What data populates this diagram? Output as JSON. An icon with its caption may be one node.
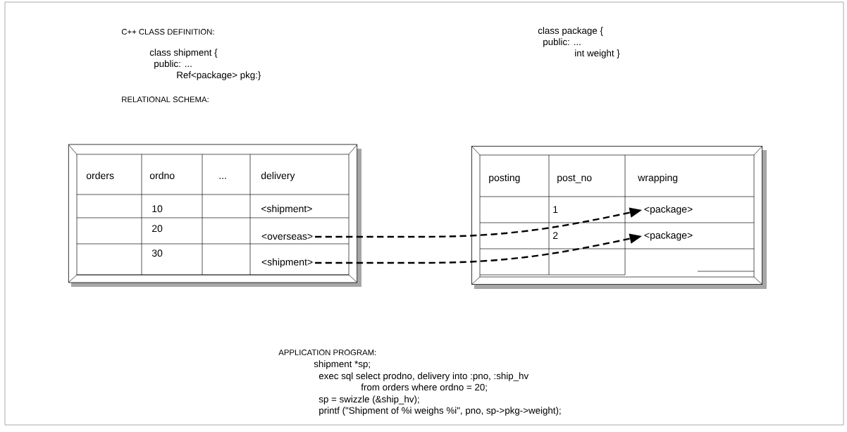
{
  "diagram": {
    "nodes": [
      {
        "text": [],
        "shape": "box"
      },
      {
        "text": [
          "<overseas>"
        ],
        "in": 0
      },
      {
        "text": [
          "<shipment>"
        ],
        "in": 0
      },
      {
        "text": [],
        "shape": "box"
      },
      {
        "text": [
          "<package>"
        ],
        "in": 3
      },
      {
        "text": [
          "<package>"
        ],
        "in": 3
      }
    ],
    "edges": [
      {
        "from": 1,
        "to": 4,
        "arrow": "to",
        "style": "dashed"
      },
      {
        "from": 2,
        "to": 5,
        "arrow": "to",
        "style": "dashed"
      }
    ],
    "labels": [
      "C++ CLASS DEFINITION:",
      "class shipment {",
      "public: ...",
      "Ref<package> pkg:}",
      "class package {",
      "public: ...",
      "int weight }",
      "RELATIONAL SCHEMA:",
      "orders",
      "ordno",
      "...",
      "delivery",
      "10",
      "<shipment>",
      "20",
      "30",
      "posting",
      "post_no",
      "wrapping",
      "1",
      "2",
      "APPLICATION PROGRAM:",
      "shipment *sp;",
      "exec sql  select prodno, delivery into :pno, :ship_hv",
      "from orders where ordno = 20;",
      "sp = swizzle (&ship_hv);",
      "printf (\"Shipment of %i weighs %i\", pno, sp->pkg->weight);"
    ]
  }
}
